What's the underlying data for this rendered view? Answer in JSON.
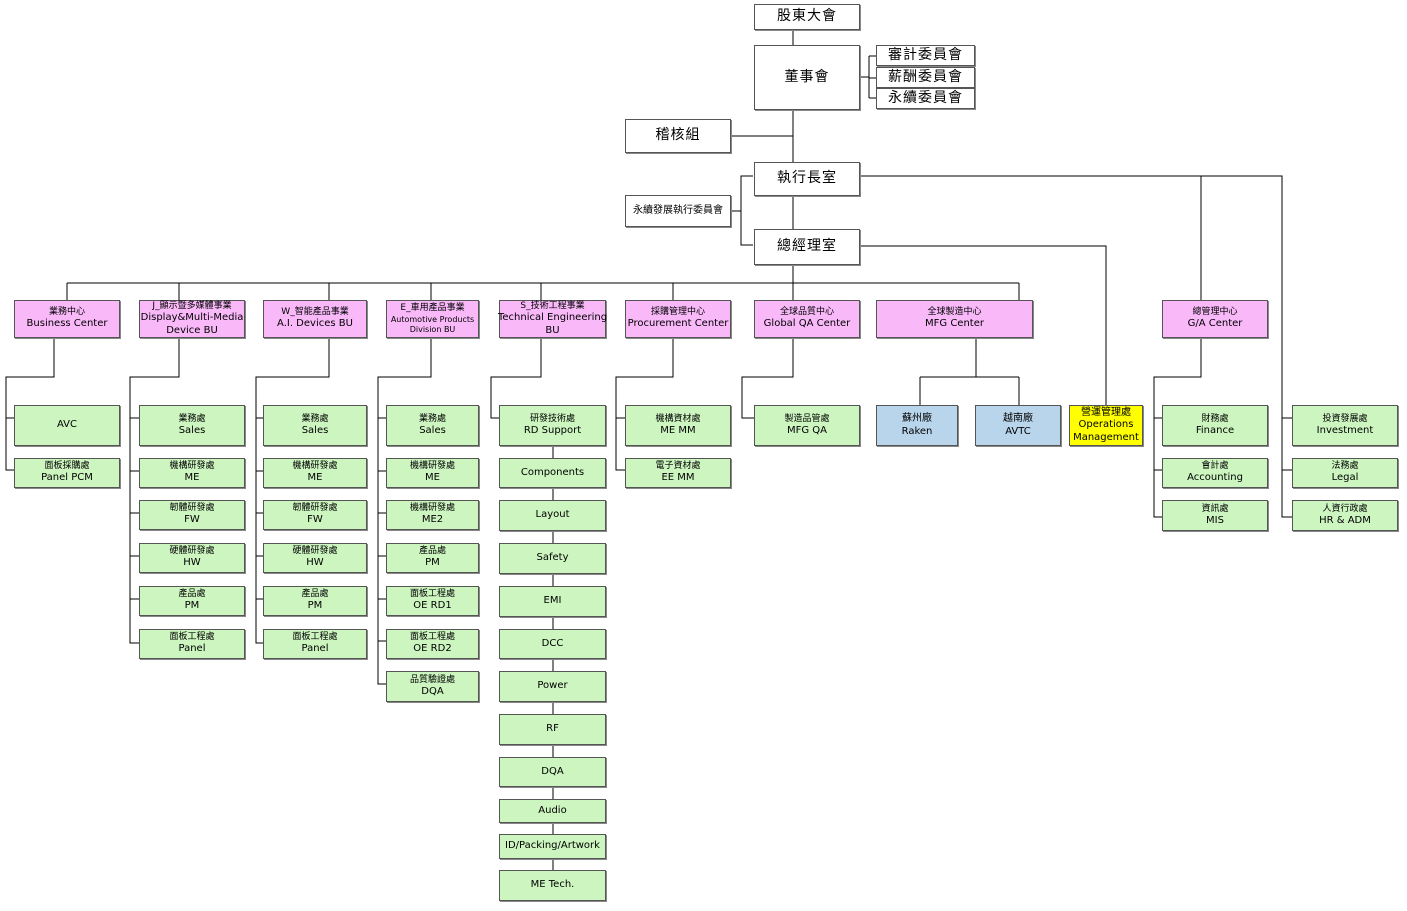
{
  "top": {
    "shareholders": "股東大會",
    "board": "董事會",
    "audit_committee": "審計委員會",
    "remuneration_committee": "薪酬委員會",
    "sustainability_committee": "永續委員會",
    "internal_audit": "稽核組",
    "ceo_office": "執行長室",
    "sustainable_dev_committee": "永續發展執行委員會",
    "president_office": "總經理室"
  },
  "centers": {
    "business": {
      "zh": "業務中心",
      "en": "Business Center"
    },
    "display": {
      "zh": "J_顯示暨多媒體事業",
      "en": "Display&Multi-Media",
      "en2": "Device BU"
    },
    "ai": {
      "zh": "W_智能產品事業",
      "en": "A.I. Devices BU"
    },
    "auto": {
      "zh": "E_車用產品事業",
      "en": "Automotive Products",
      "en2": "Division BU"
    },
    "tech": {
      "zh": "S_技術工程事業",
      "en": "Technical Engineering",
      "en2": "BU"
    },
    "procurement": {
      "zh": "採購管理中心",
      "en": "Procurement Center"
    },
    "qa": {
      "zh": "全球品質中心",
      "en": "Global QA Center"
    },
    "mfg": {
      "zh": "全球製造中心",
      "en": "MFG Center"
    },
    "ga": {
      "zh": "總管理中心",
      "en": "G/A Center"
    }
  },
  "business_depts": [
    {
      "zh": "",
      "en": "AVC"
    },
    {
      "zh": "面板採購處",
      "en": "Panel PCM"
    }
  ],
  "display_depts": [
    {
      "zh": "業務處",
      "en": "Sales"
    },
    {
      "zh": "機構研發處",
      "en": "ME"
    },
    {
      "zh": "韌體研發處",
      "en": "FW"
    },
    {
      "zh": "硬體研發處",
      "en": "HW"
    },
    {
      "zh": "產品處",
      "en": "PM"
    },
    {
      "zh": "面板工程處",
      "en": "Panel"
    }
  ],
  "ai_depts": [
    {
      "zh": "業務處",
      "en": "Sales"
    },
    {
      "zh": "機構研發處",
      "en": "ME"
    },
    {
      "zh": "韌體研發處",
      "en": "FW"
    },
    {
      "zh": "硬體研發處",
      "en": "HW"
    },
    {
      "zh": "產品處",
      "en": "PM"
    },
    {
      "zh": "面板工程處",
      "en": "Panel"
    }
  ],
  "auto_depts": [
    {
      "zh": "業務處",
      "en": "Sales"
    },
    {
      "zh": "機構研發處",
      "en": "ME"
    },
    {
      "zh": "機構研發處",
      "en": "ME2"
    },
    {
      "zh": "產品處",
      "en": "PM"
    },
    {
      "zh": "面板工程處",
      "en": "OE RD1"
    },
    {
      "zh": "面板工程處",
      "en": "OE RD2"
    },
    {
      "zh": "品質驗證處",
      "en": "DQA"
    }
  ],
  "tech_depts": [
    {
      "zh": "研發技術處",
      "en": "RD Support"
    },
    {
      "zh": "",
      "en": "Components"
    },
    {
      "zh": "",
      "en": "Layout"
    },
    {
      "zh": "",
      "en": "Safety"
    },
    {
      "zh": "",
      "en": "EMI"
    },
    {
      "zh": "",
      "en": "DCC"
    },
    {
      "zh": "",
      "en": "Power"
    },
    {
      "zh": "",
      "en": "RF"
    },
    {
      "zh": "",
      "en": "DQA"
    },
    {
      "zh": "",
      "en": "Audio"
    },
    {
      "zh": "",
      "en": "ID/Packing/Artwork"
    },
    {
      "zh": "",
      "en": "ME Tech."
    }
  ],
  "procurement_depts": [
    {
      "zh": "機構資材處",
      "en": "ME MM"
    },
    {
      "zh": "電子資材處",
      "en": "EE MM"
    }
  ],
  "qa_depts": [
    {
      "zh": "製造品管處",
      "en": "MFG QA"
    }
  ],
  "mfg_plants": [
    {
      "zh": "蘇州廠",
      "en": "Raken"
    },
    {
      "zh": "越南廠",
      "en": "AVTC"
    }
  ],
  "ops": {
    "zh": "營運管理處",
    "en": "Operations",
    "en2": "Management"
  },
  "ga_depts": [
    {
      "zh": "財務處",
      "en": "Finance"
    },
    {
      "zh": "會計處",
      "en": "Accounting"
    },
    {
      "zh": "資訊處",
      "en": "MIS"
    }
  ],
  "ceo_depts": [
    {
      "zh": "投資發展處",
      "en": "Investment"
    },
    {
      "zh": "法務處",
      "en": "Legal"
    },
    {
      "zh": "人資行政處",
      "en": "HR & ADM"
    }
  ]
}
